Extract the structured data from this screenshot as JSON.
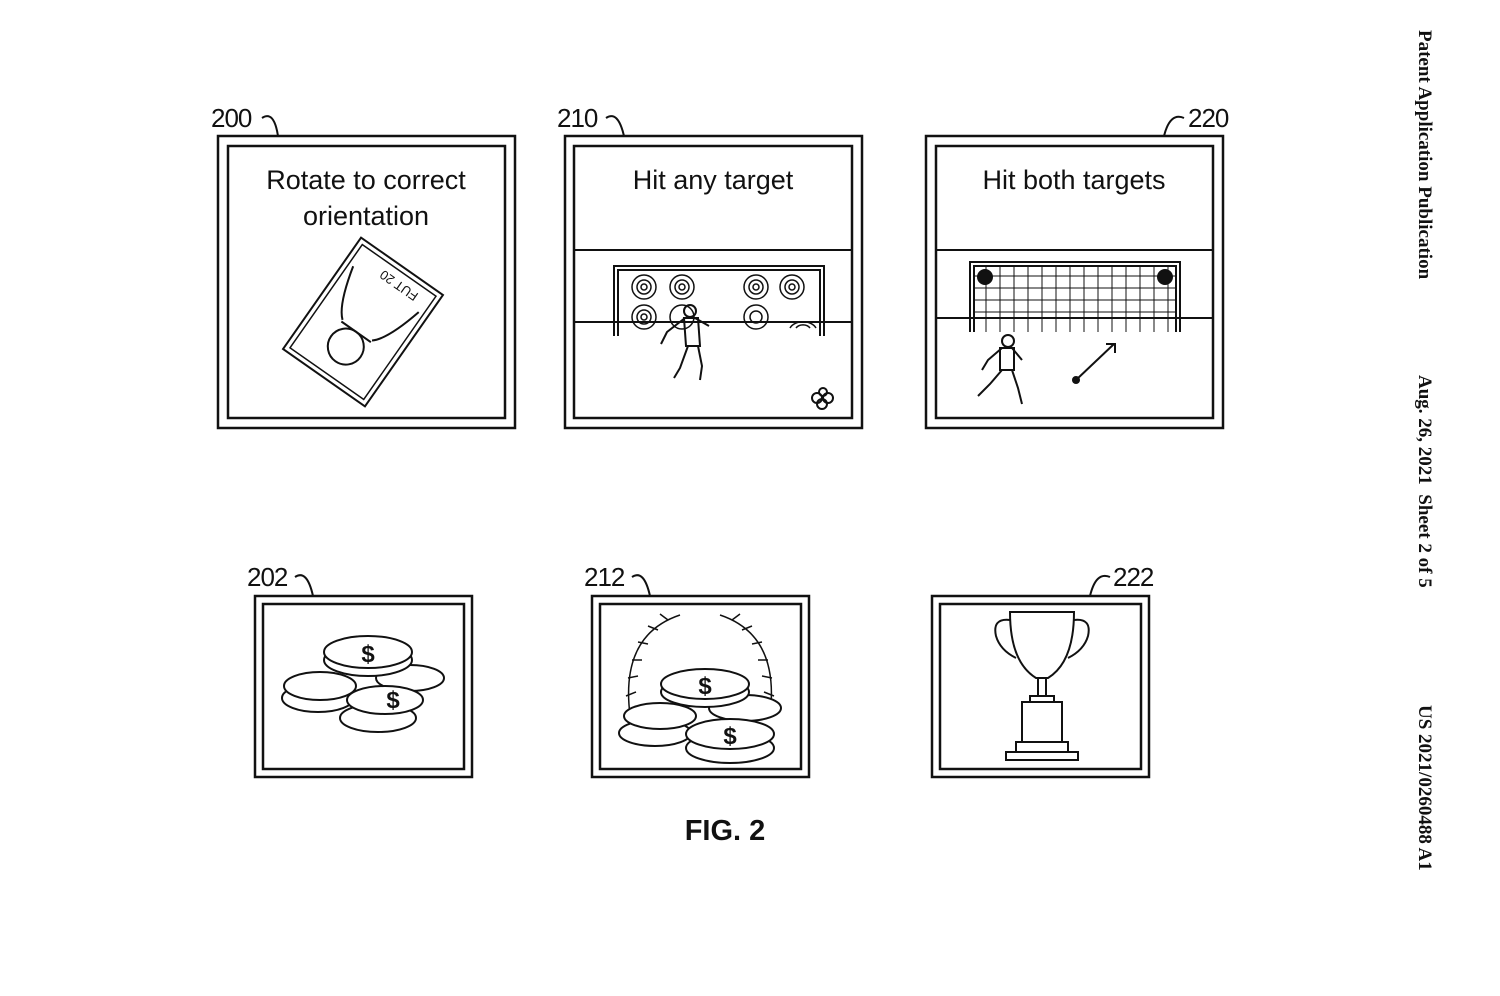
{
  "header": {
    "publication_type": "Patent Application Publication",
    "date_sheet": "Aug. 26, 2021  Sheet 2 of 5",
    "publication_number": "US 2021/0260488 A1"
  },
  "figure_label": "FIG. 2",
  "panels": [
    {
      "ref": "200",
      "caption_line1": "Rotate to correct",
      "caption_line2": "orientation",
      "card_text": "FUT 20"
    },
    {
      "ref": "210",
      "caption": "Hit any target"
    },
    {
      "ref": "220",
      "caption": "Hit both targets"
    },
    {
      "ref": "202",
      "currency_symbol": "$"
    },
    {
      "ref": "212",
      "currency_symbol": "$"
    },
    {
      "ref": "222"
    }
  ]
}
